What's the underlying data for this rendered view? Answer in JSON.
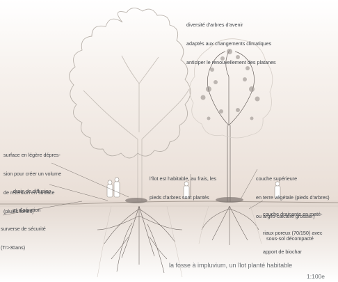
{
  "labels": {
    "title": [
      "diversité d'arbres d'avenir",
      "adaptés aux changements climatiques",
      "anticiper le renouvellement des platanes"
    ],
    "surface": [
      "surface en légère dépres-",
      "sion pour créer un volume",
      "de rétention en surface",
      "(pluies fortes)"
    ],
    "drain": [
      "drain de diffusion",
      "et d'aération"
    ],
    "surverse": [
      "surverse de sécurité",
      "(Tr>30ans)"
    ],
    "ilot": [
      "l'îlot est habitable, au frais, les",
      "pieds d'arbres sont plantés"
    ],
    "couche_sup": [
      "couche supérieure",
      "en terre végétale (pieds d'arbres)",
      "ou argilo-calcaire grossier)"
    ],
    "couche_drain": [
      "couche drainante en maté-",
      "riaux poreux (70/150) avec",
      "apport de biochar"
    ],
    "sous_sol": [
      "sous-sol décompacté"
    ]
  },
  "caption": {
    "title": "la fosse à impluvium, un îlot planté habitable",
    "scale": "1:100e"
  }
}
